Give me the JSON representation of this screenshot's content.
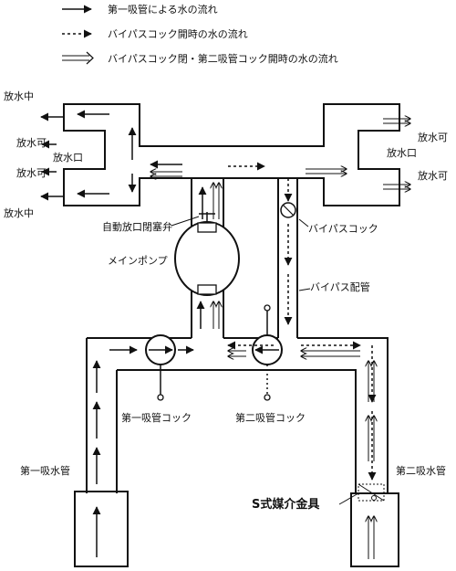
{
  "legend": {
    "solid": "第一吸管による水の流れ",
    "dashed": "バイパスコック開時の水の流れ",
    "double": "バイパスコック閉・第二吸管コック開時の水の流れ"
  },
  "labels": {
    "discharge_active_top": "放水中",
    "discharge_ready_left": "放水可",
    "discharge_port_left": "放水口",
    "discharge_ready_left2": "放水可",
    "discharge_active_bottom": "放水中",
    "discharge_ready_right": "放水可",
    "discharge_port_right": "放水口",
    "discharge_ready_right2": "放水可",
    "auto_valve": "自動放口閉塞弁",
    "bypass_cock": "バイパスコック",
    "main_pump": "メインポンプ",
    "bypass_pipe": "バイパス配管",
    "first_cock": "第一吸管コック",
    "second_cock": "第二吸管コック",
    "first_suction": "第一吸水管",
    "second_suction": "第二吸水管",
    "s_fitting": "S式媒介金具"
  },
  "icons": {
    "solid_arrow": "solid-arrow-icon",
    "dashed_arrow": "dashed-arrow-icon",
    "double_arrow": "double-arrow-icon"
  }
}
